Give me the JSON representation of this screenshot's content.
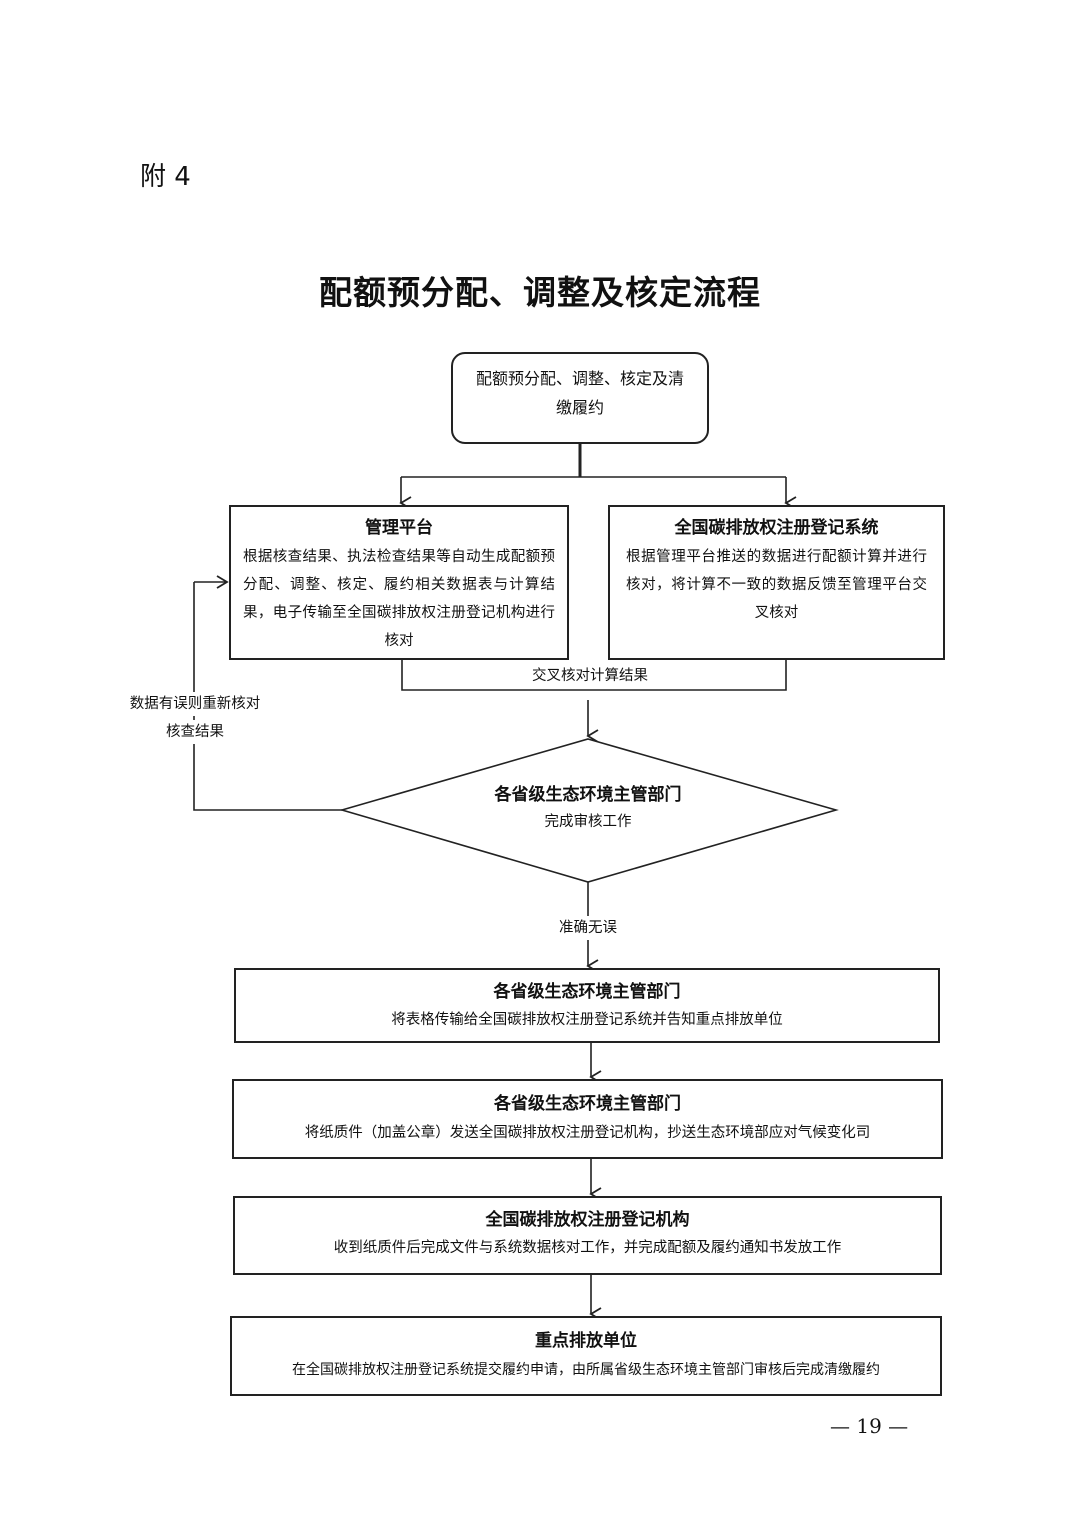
{
  "annex_label": "附 4",
  "title": "配额预分配、调整及核定流程",
  "nodes": {
    "start": {
      "text": "配额预分配、调整、核定及清缴履约"
    },
    "platform": {
      "title": "管理平台",
      "text": "根据核查结果、执法检查结果等自动生成配额预分配、调整、核定、履约相关数据表与计算结果，电子传输至全国碳排放权注册登记机构进行核对"
    },
    "registry_system": {
      "title": "全国碳排放权注册登记系统",
      "text": "根据管理平台推送的数据进行配额计算并进行核对，将计算不一致的数据反馈至管理平台交叉核对"
    },
    "decision": {
      "title": "各省级生态环境主管部门",
      "text": "完成审核工作"
    },
    "step1": {
      "title": "各省级生态环境主管部门",
      "text": "将表格传输给全国碳排放权注册登记系统并告知重点排放单位"
    },
    "step2": {
      "title": "各省级生态环境主管部门",
      "text": "将纸质件（加盖公章）发送全国碳排放权注册登记机构，抄送生态环境部应对气候变化司"
    },
    "step3": {
      "title": "全国碳排放权注册登记机构",
      "text": "收到纸质件后完成文件与系统数据核对工作，并完成配额及履约通知书发放工作"
    },
    "step4": {
      "title": "重点排放单位",
      "text": "在全国碳排放权注册登记系统提交履约申请，由所属省级生态环境主管部门审核后完成清缴履约"
    }
  },
  "edge_labels": {
    "cross_check": "交叉核对计算结果",
    "feedback_line1": "数据有误则重新核对",
    "feedback_line2": "核查结果",
    "accurate": "准确无误"
  },
  "page_number": "— 19 —"
}
